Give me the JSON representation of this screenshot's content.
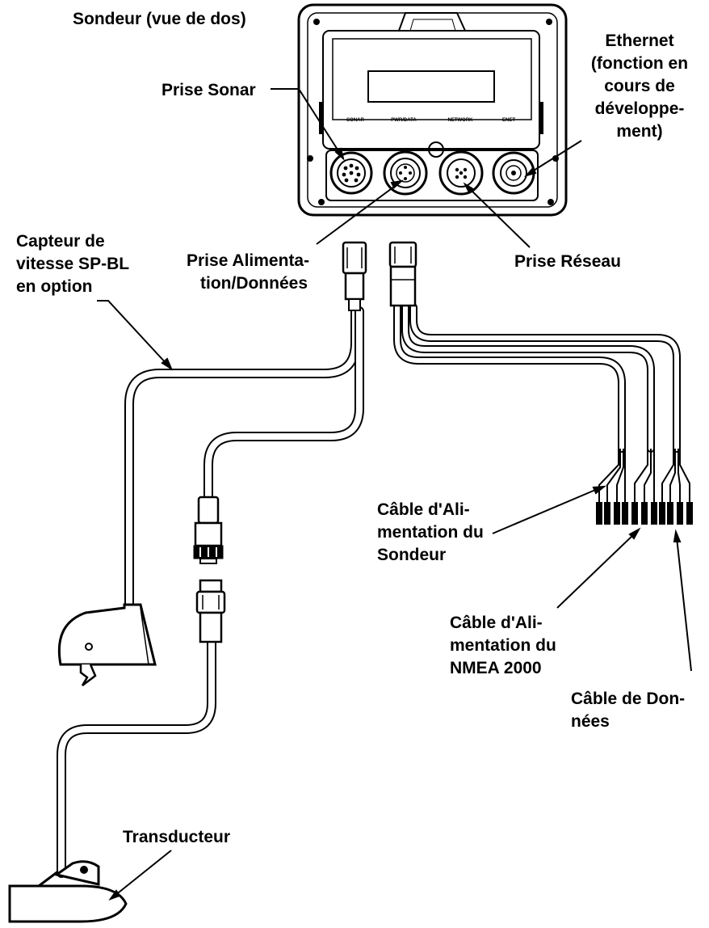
{
  "labels": {
    "sondeur": "Sondeur (vue de dos)",
    "prise_sonar": "Prise Sonar",
    "ethernet": [
      "Ethernet",
      "(fonction en",
      "cours de",
      "développe-",
      "ment)"
    ],
    "prise_alimentation": [
      "Prise Alimenta-",
      "tion/Données"
    ],
    "prise_reseau": "Prise Réseau",
    "capteur_vitesse": [
      "Capteur de",
      "vitesse SP-BL",
      "en option"
    ],
    "cable_alim_sondeur": [
      "Câble d'Ali-",
      "mentation du",
      "Sondeur"
    ],
    "cable_alim_nmea": [
      "Câble d'Ali-",
      "mentation du",
      "NMEA 2000"
    ],
    "cable_donnees": [
      "Câble de Don-",
      "nées"
    ],
    "transducteur": "Transducteur"
  },
  "port_labels": [
    "SONAR",
    "PWR/DATA",
    "NETWORK",
    "ENET"
  ]
}
